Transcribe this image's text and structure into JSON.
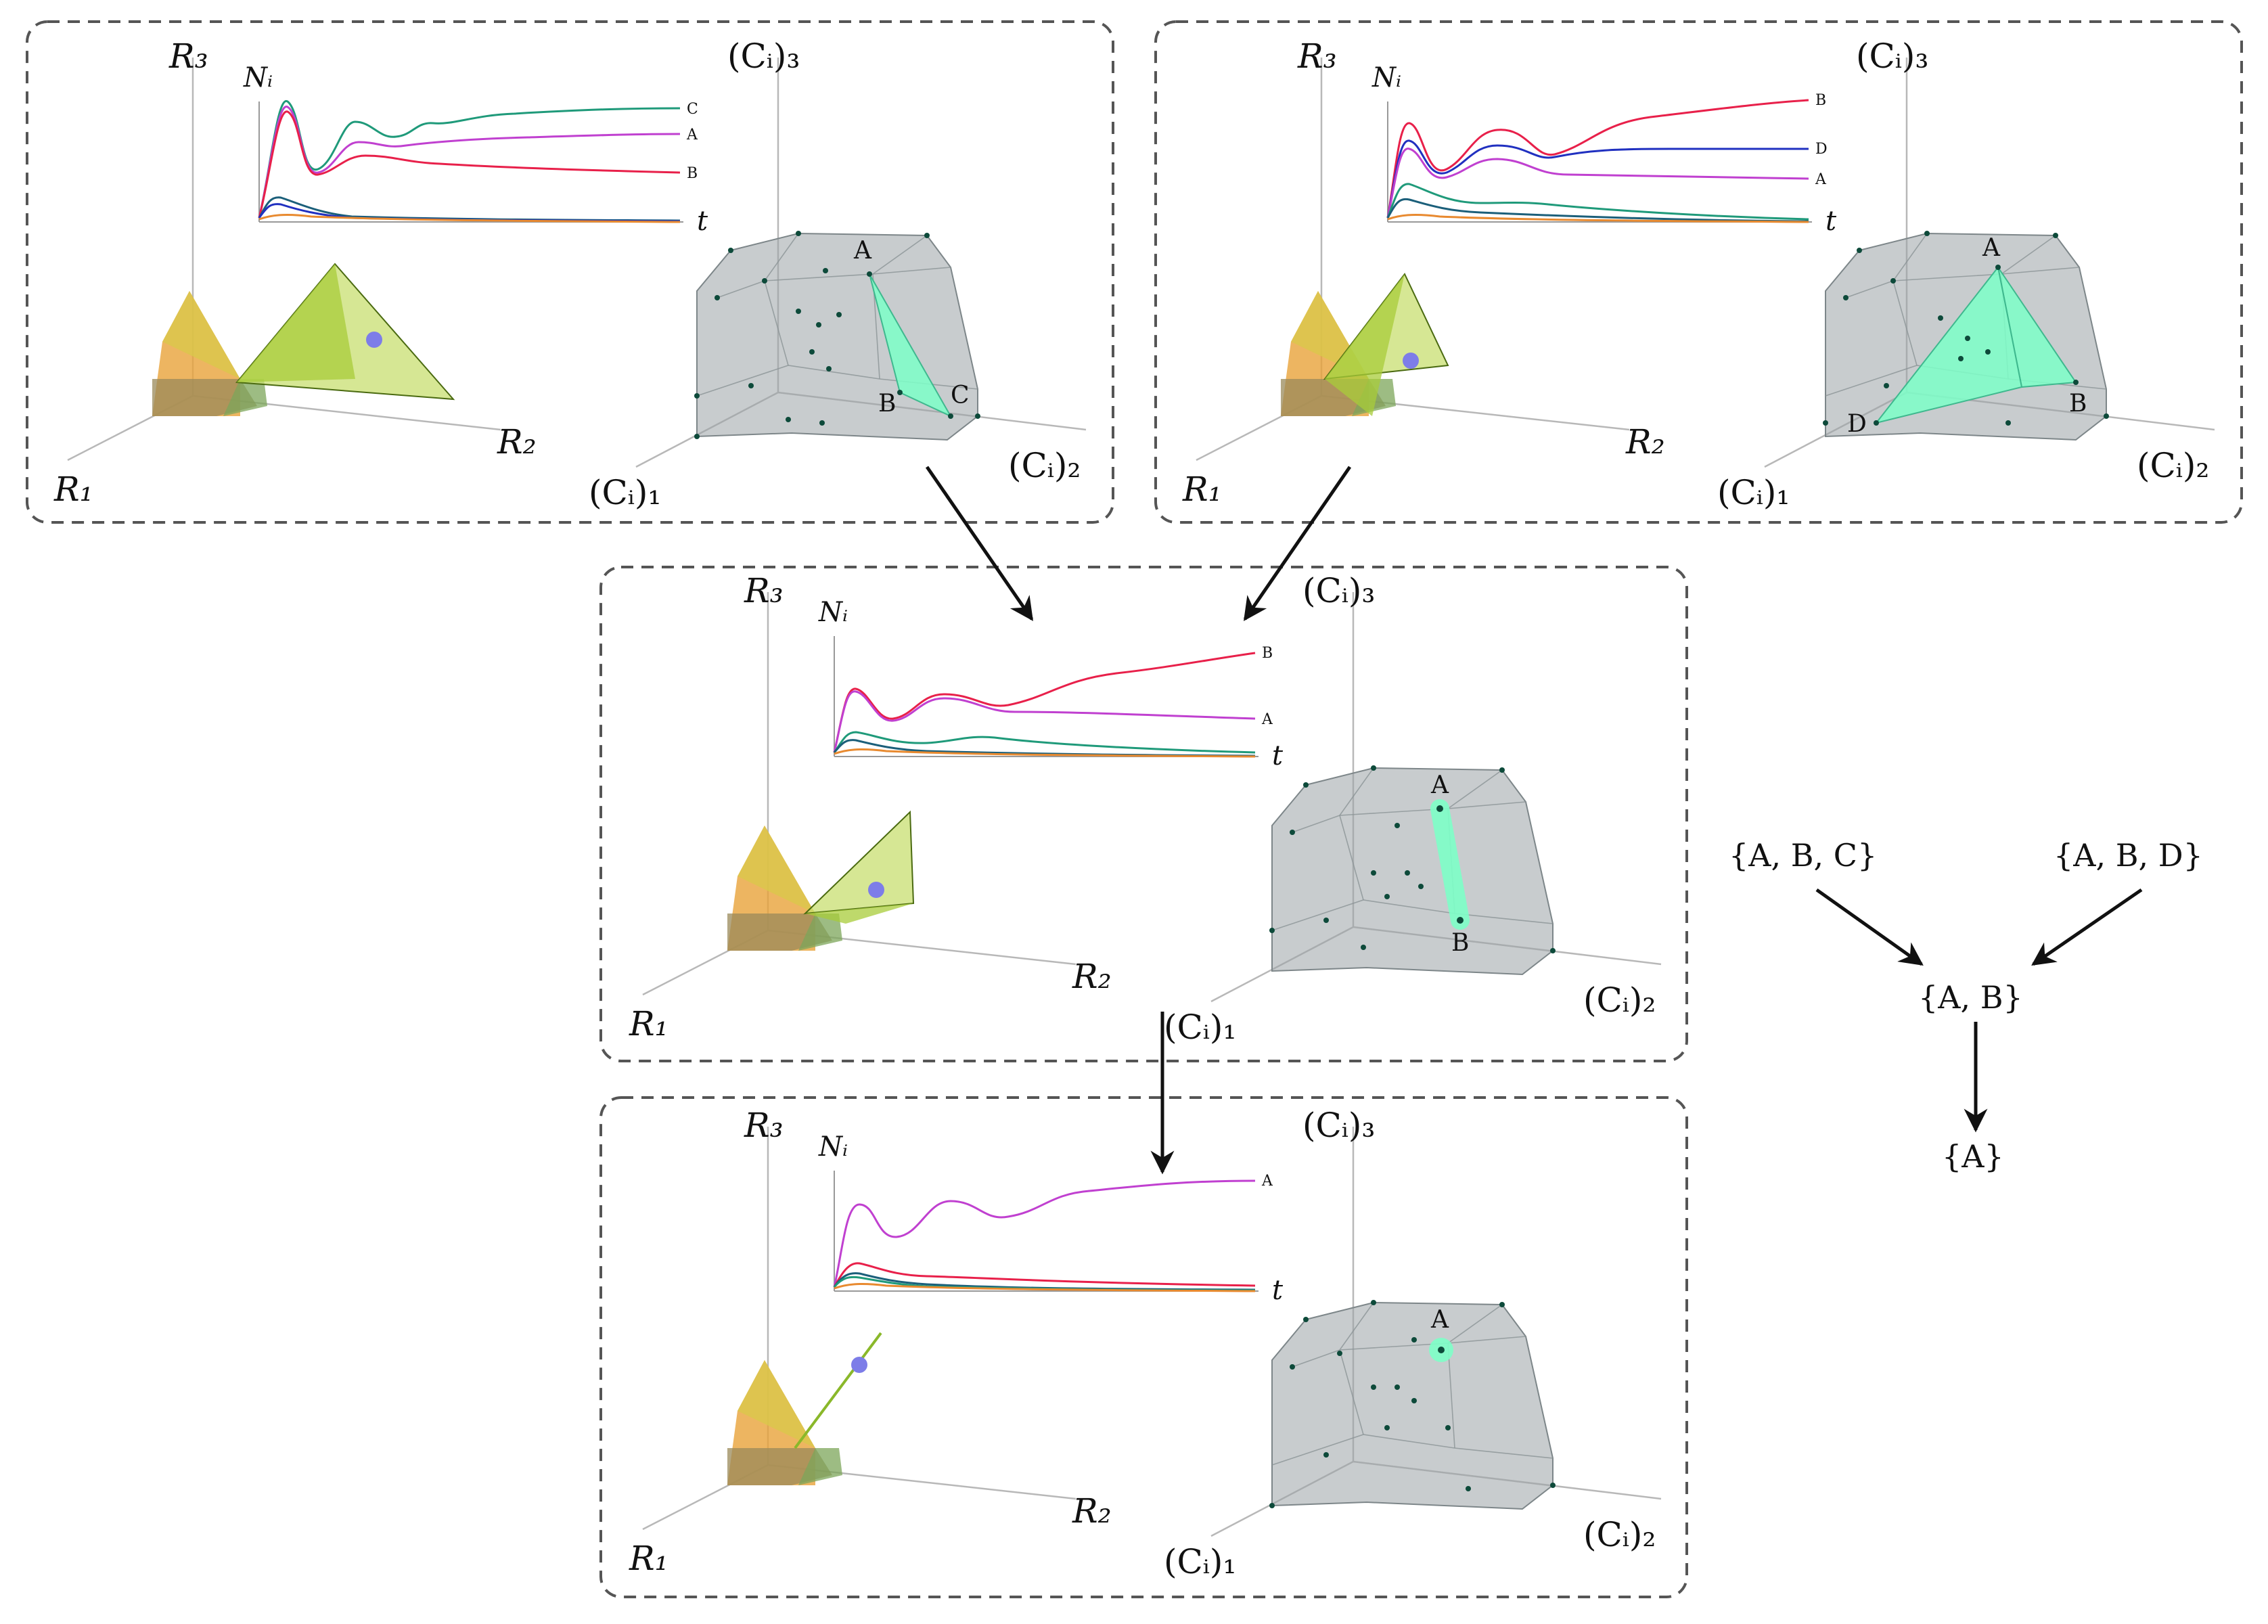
{
  "axes": {
    "r1": "R₁",
    "r2": "R₂",
    "r3": "R₃",
    "c1": "(Cᵢ)₁",
    "c2": "(Cᵢ)₂",
    "c3": "(Cᵢ)₃",
    "ni": "Nᵢ",
    "t": "t"
  },
  "panels": [
    {
      "id": "ABC",
      "curve_labels": [
        "C",
        "A",
        "B"
      ],
      "hull_points": [
        "A",
        "B",
        "C"
      ]
    },
    {
      "id": "ABD",
      "curve_labels": [
        "B",
        "D",
        "A"
      ],
      "hull_points": [
        "A",
        "B",
        "D"
      ]
    },
    {
      "id": "AB",
      "curve_labels": [
        "B",
        "A"
      ],
      "hull_points": [
        "A",
        "B"
      ]
    },
    {
      "id": "A",
      "curve_labels": [
        "A"
      ],
      "hull_points": [
        "A"
      ]
    }
  ],
  "tree": {
    "abc": "{A, B, C}",
    "abd": "{A, B, D}",
    "ab": "{A, B}",
    "a": "{A}"
  },
  "colors": {
    "frame": "#555555",
    "hull": "#9aa3a6",
    "hull_points": "#0d4a3a",
    "selected_region": "#7dffc8",
    "curve_A": "#c040d0",
    "curve_B": "#e8204a",
    "curve_C": "#1f9a7a",
    "curve_D": "#2030c0",
    "polytope_yellow": "#d8c94a",
    "polytope_green": "#a8cc3a",
    "supply_point": "#7d7de8"
  }
}
